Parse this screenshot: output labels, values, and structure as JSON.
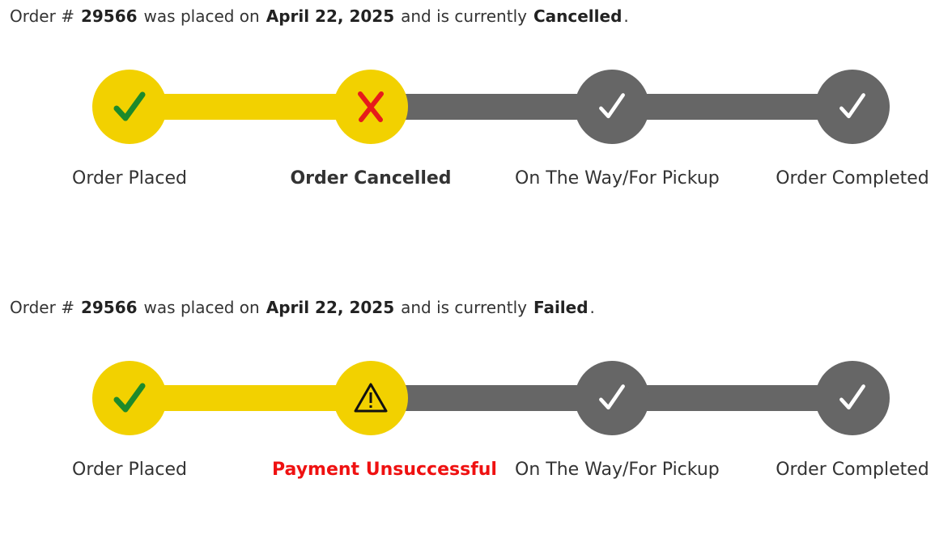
{
  "colors": {
    "done": "#f2d100",
    "pending": "#666666",
    "check_done": "#1d8a2b",
    "check_pending": "#ffffff",
    "cross": "#e61b1b",
    "error_text": "#ef1111"
  },
  "orders": [
    {
      "summary": {
        "prefix": "Order #",
        "order_number": "29566",
        "placed_text": "was placed on",
        "date": "April 22, 2025",
        "current_text": "and is currently",
        "status": "Cancelled",
        "period": "."
      },
      "progress_completed_steps": 2,
      "steps": [
        {
          "label": "Order Placed",
          "icon": "check-icon",
          "state": "done"
        },
        {
          "label": "Order Cancelled",
          "icon": "cross-icon",
          "state": "current"
        },
        {
          "label": "On The Way/For Pickup",
          "icon": "check-icon",
          "state": "pending"
        },
        {
          "label": "Order Completed",
          "icon": "check-icon",
          "state": "pending"
        }
      ]
    },
    {
      "summary": {
        "prefix": "Order #",
        "order_number": "29566",
        "placed_text": "was placed on",
        "date": "April 22, 2025",
        "current_text": "and is currently",
        "status": "Failed",
        "period": "."
      },
      "progress_completed_steps": 2,
      "steps": [
        {
          "label": "Order Placed",
          "icon": "check-icon",
          "state": "done"
        },
        {
          "label": "Payment Unsuccessful",
          "icon": "warning-icon",
          "state": "error"
        },
        {
          "label": "On The Way/For Pickup",
          "icon": "check-icon",
          "state": "pending"
        },
        {
          "label": "Order Completed",
          "icon": "check-icon",
          "state": "pending"
        }
      ]
    }
  ]
}
